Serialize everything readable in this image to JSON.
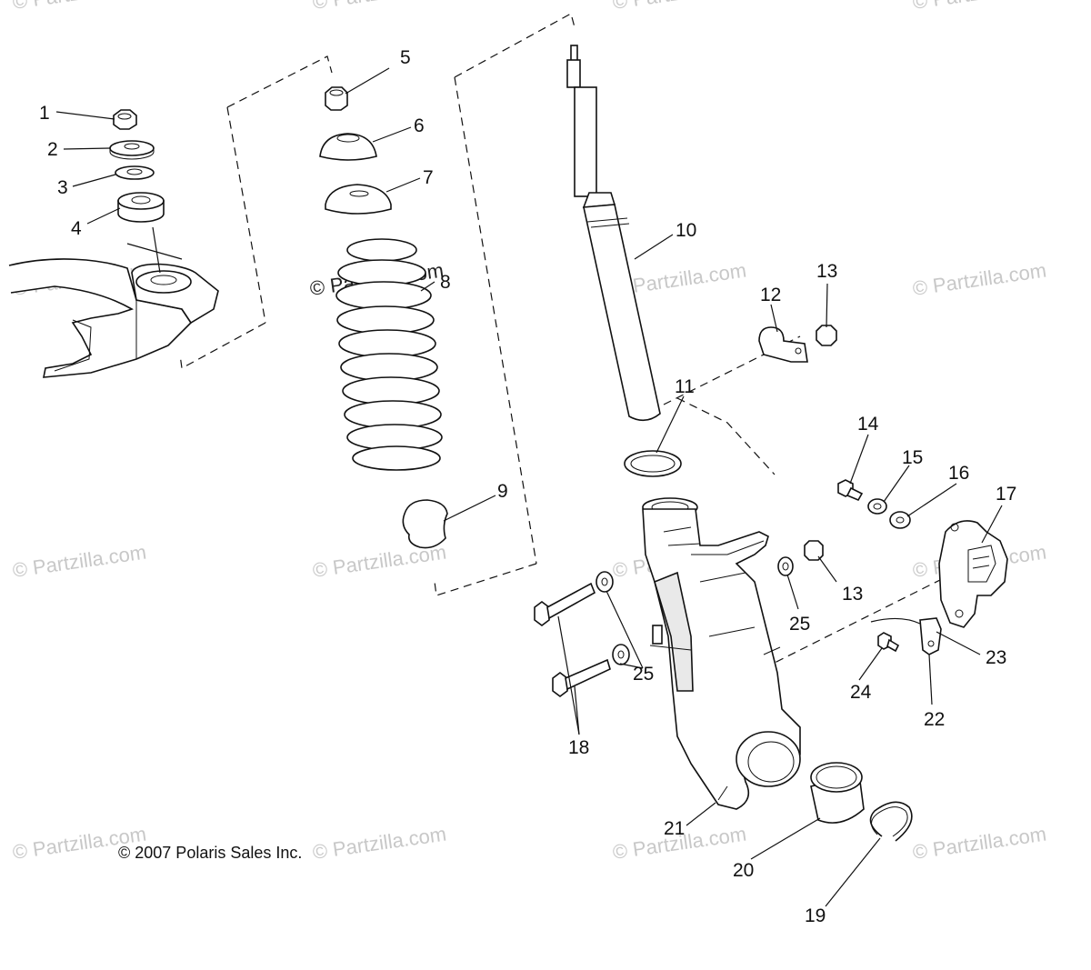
{
  "copyright": "© 2007 Polaris Sales Inc.",
  "watermark": "© Partzilla.com",
  "watermark_prominent": "© Partzilla.com",
  "callouts": [
    "1",
    "2",
    "3",
    "4",
    "5",
    "6",
    "7",
    "8",
    "9",
    "10",
    "11",
    "12",
    "13",
    "13",
    "14",
    "15",
    "16",
    "17",
    "18",
    "19",
    "20",
    "21",
    "22",
    "23",
    "24",
    "25",
    "25"
  ],
  "colors": {
    "line": "#111111",
    "watermark": "#c8c8c8",
    "background": "#ffffff"
  }
}
